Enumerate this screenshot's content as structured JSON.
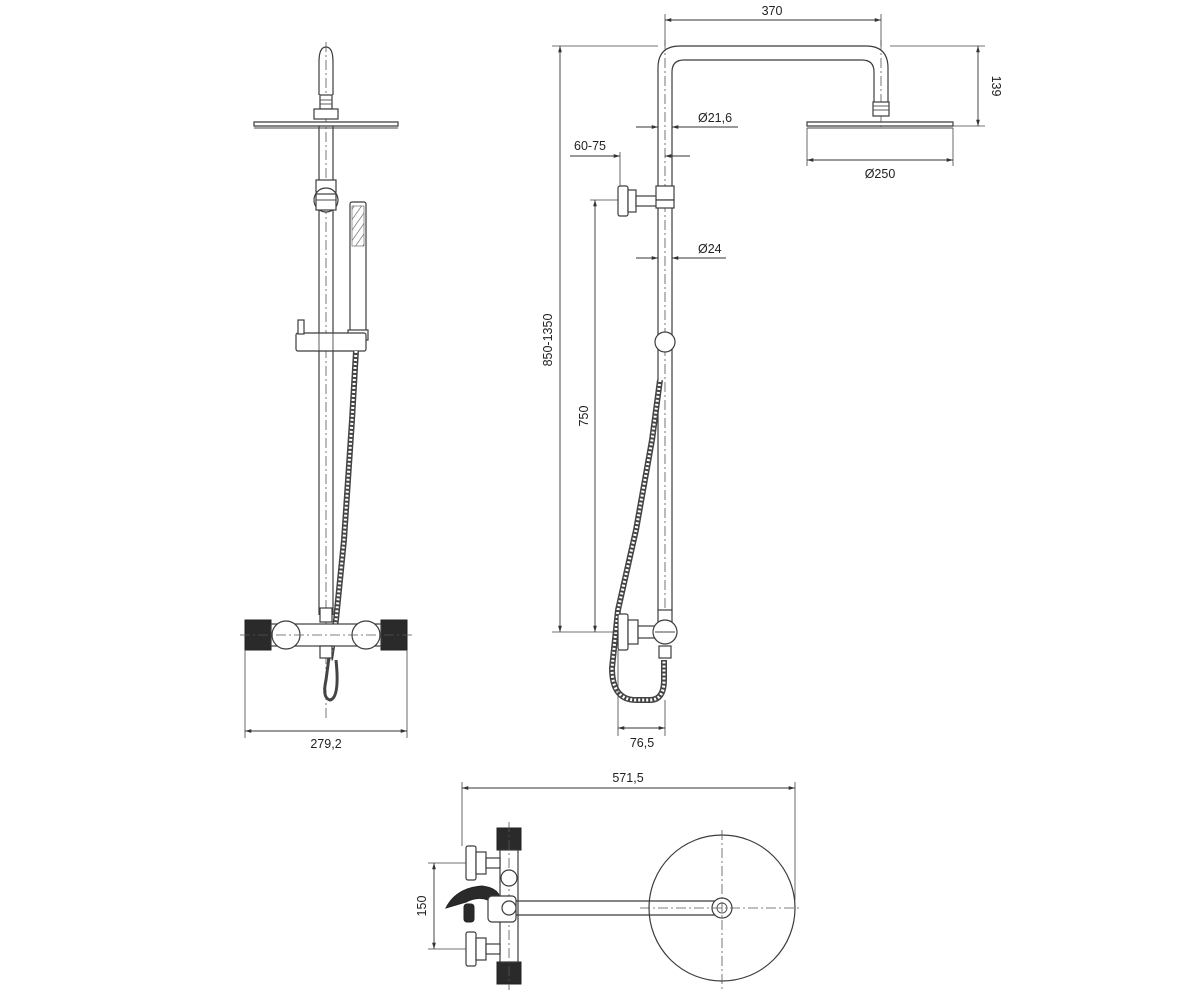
{
  "drawing": {
    "views": [
      "front-view",
      "side-view",
      "top-view"
    ],
    "dimensions": {
      "head_projection": "370",
      "head_height": "139",
      "pipe_diameter_upper": "Ø21,6",
      "wall_offset": "60-75",
      "head_diameter": "Ø250",
      "pipe_diameter_lower": "Ø24",
      "total_height": "850-1350",
      "mixer_height": "750",
      "mixer_width": "279,2",
      "mixer_depth": "76,5",
      "total_depth": "571,5",
      "inlet_spacing": "150"
    },
    "colors": {
      "line": "#3c3c3c",
      "dark_fill": "#2a2a2a"
    }
  }
}
